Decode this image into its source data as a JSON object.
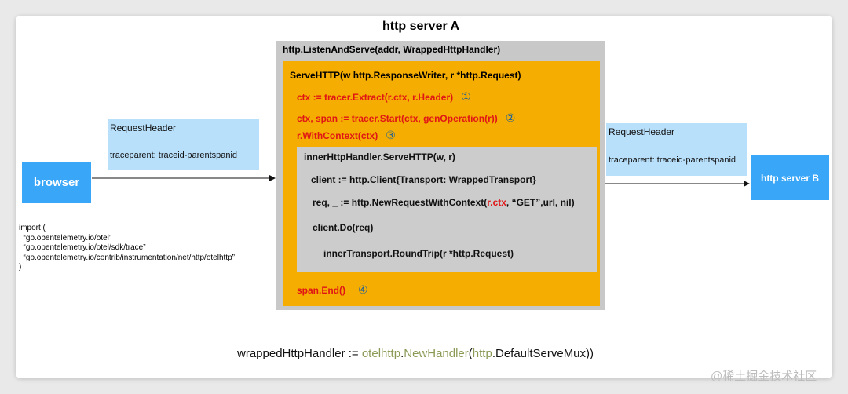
{
  "title": "http server A",
  "browser_label": "browser",
  "server_b_label": "http server B",
  "request_header_left": {
    "heading": "RequestHeader",
    "value": "traceparent: traceid-parentspanid"
  },
  "request_header_right": {
    "heading": "RequestHeader",
    "value": "traceparent: traceid-parentspanid"
  },
  "imports": [
    "import (",
    "  “go.opentelemetry.io/otel”",
    "  “go.opentelemetry.io/otel/sdk/trace”",
    "  “go.opentelemetry.io/contrib/instrumentation/net/http/otelhttp”",
    ")"
  ],
  "listen": "http.ListenAndServe(addr, WrappedHttpHandler)",
  "serve_http": "ServeHTTP(w http.ResponseWriter, r *http.Request)",
  "steps": [
    {
      "code": "ctx := tracer.Extract(r.ctx, r.Header)",
      "num": "①"
    },
    {
      "code": "ctx, span := tracer.Start(ctx, genOperation(r))",
      "num": "②"
    },
    {
      "code": "r.WithContext(ctx)",
      "num": "③"
    }
  ],
  "inner": {
    "line1": "innerHttpHandler.ServeHTTP(w, r)",
    "line2": "client := http.Client{Transport: WrappedTransport}",
    "line3_pre": "req, _ := http.NewRequestWithContext(",
    "line3_hl": "r.ctx",
    "line3_post": ", “GET”,url, nil)",
    "line4": "client.Do(req)",
    "line5": "innerTransport.RoundTrip(r *http.Request)"
  },
  "span_end": {
    "code": "span.End()",
    "num": "④"
  },
  "footer": {
    "p1": "wrappedHttpHandler := ",
    "p2": "otelhttp",
    "p3": ".",
    "p4": "NewHandler",
    "p5": "(",
    "p6": "http",
    "p7": ".DefaultServeMux))"
  },
  "watermark": "@稀土掘金技术社区",
  "colors": {
    "browser_blue": "#39a6f7",
    "header_blue": "#b9e0fb",
    "orange": "#f5ad02",
    "red_code": "#e01515",
    "olive": "#8a9a55"
  }
}
